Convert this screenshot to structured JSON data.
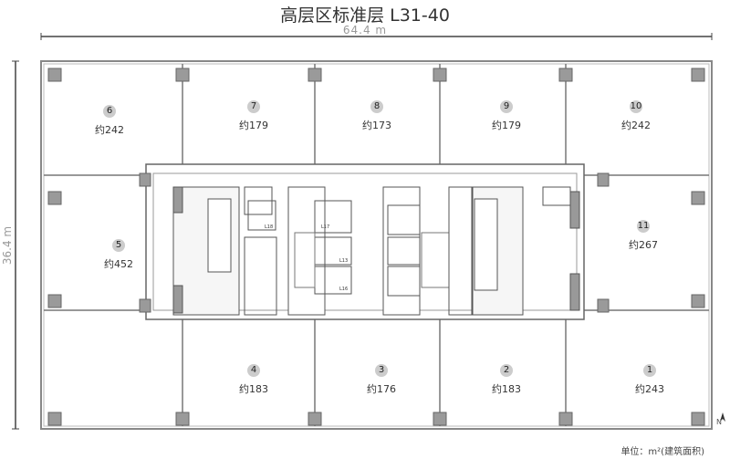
{
  "title": "高层区标准层 L31-40",
  "dimensions": {
    "width": "64.4 m",
    "depth": "36.4 m"
  },
  "units_note": "单位：m²(建筑面积)",
  "north_label": "N",
  "units": [
    {
      "id": "1",
      "area": "约243"
    },
    {
      "id": "2",
      "area": "约183"
    },
    {
      "id": "3",
      "area": "约176"
    },
    {
      "id": "4",
      "area": "约183"
    },
    {
      "id": "5",
      "area": "约452"
    },
    {
      "id": "6",
      "area": "约242"
    },
    {
      "id": "7",
      "area": "约179"
    },
    {
      "id": "8",
      "area": "约173"
    },
    {
      "id": "9",
      "area": "约179"
    },
    {
      "id": "10",
      "area": "约242"
    },
    {
      "id": "11",
      "area": "约267"
    }
  ],
  "elevators": [
    "L18",
    "L17",
    "L13",
    "L16"
  ]
}
